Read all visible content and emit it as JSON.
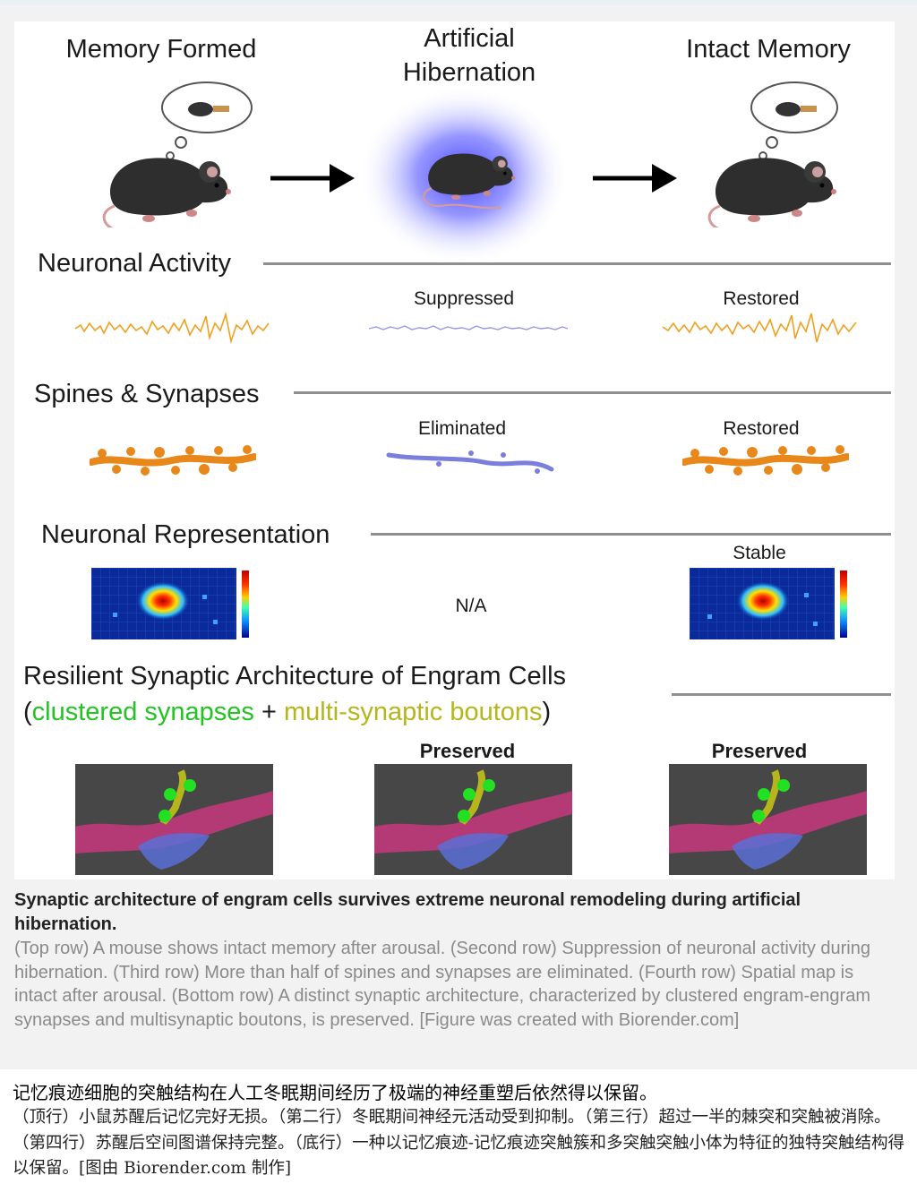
{
  "stages": {
    "memory_formed": "Memory Formed",
    "artificial_hibernation": "Artificial\nHibernation",
    "intact_memory": "Intact Memory"
  },
  "neuronal_activity": {
    "title": "Neuronal Activity",
    "suppressed": "Suppressed",
    "restored": "Restored"
  },
  "spines_synapses": {
    "title": "Spines & Synapses",
    "eliminated": "Eliminated",
    "restored": "Restored"
  },
  "neuronal_representation": {
    "title": "Neuronal Representation",
    "na": "N/A",
    "stable": "Stable"
  },
  "architecture": {
    "title": "Resilient Synaptic Architecture of Engram Cells",
    "open_paren": "(",
    "clustered": "clustered synapses",
    "plus": " + ",
    "boutons": "multi-synaptic boutons",
    "close_paren": ")",
    "preserved_1": "Preserved",
    "preserved_2": "Preserved"
  },
  "colors": {
    "activity_orange": "#f0a020",
    "suppressed_purple": "#9a97e6",
    "dendrite_orange": "#e8881a",
    "dendrite_blue": "#7b7fdc",
    "cluster_green": "#22c322",
    "bouton_yellow": "#b5b51e",
    "halo_blue": "#4a4aff",
    "rule_gray": "#8f8f8f"
  },
  "caption": {
    "title": "Synaptic architecture of engram cells survives extreme neuronal remodeling during artificial hibernation.",
    "body": "(Top row) A mouse shows intact memory after arousal. (Second row) Suppression of neuronal activity during hibernation. (Third row) More than half of spines and synapses are eliminated. (Fourth row) Spatial map is intact after arousal. (Bottom row) A distinct synaptic architecture, characterized by clustered engram-engram synapses and multisynaptic boutons, is preserved. [Figure was created with Biorender.com]"
  },
  "zh_caption": {
    "title": "记忆痕迹细胞的突触结构在人工冬眠期间经历了极端的神经重塑后依然得以保留。",
    "body": "（顶行）小鼠苏醒后记忆完好无损。（第二行）冬眠期间神经元活动受到抑制。（第三行）超过一半的棘突和突触被消除。（第四行）苏醒后空间图谱保持完整。（底行）一种以记忆痕迹-记忆痕迹突触簇和多突触突触小体为特征的独特突触结构得以保留。[图由 Biorender.com 制作]"
  }
}
